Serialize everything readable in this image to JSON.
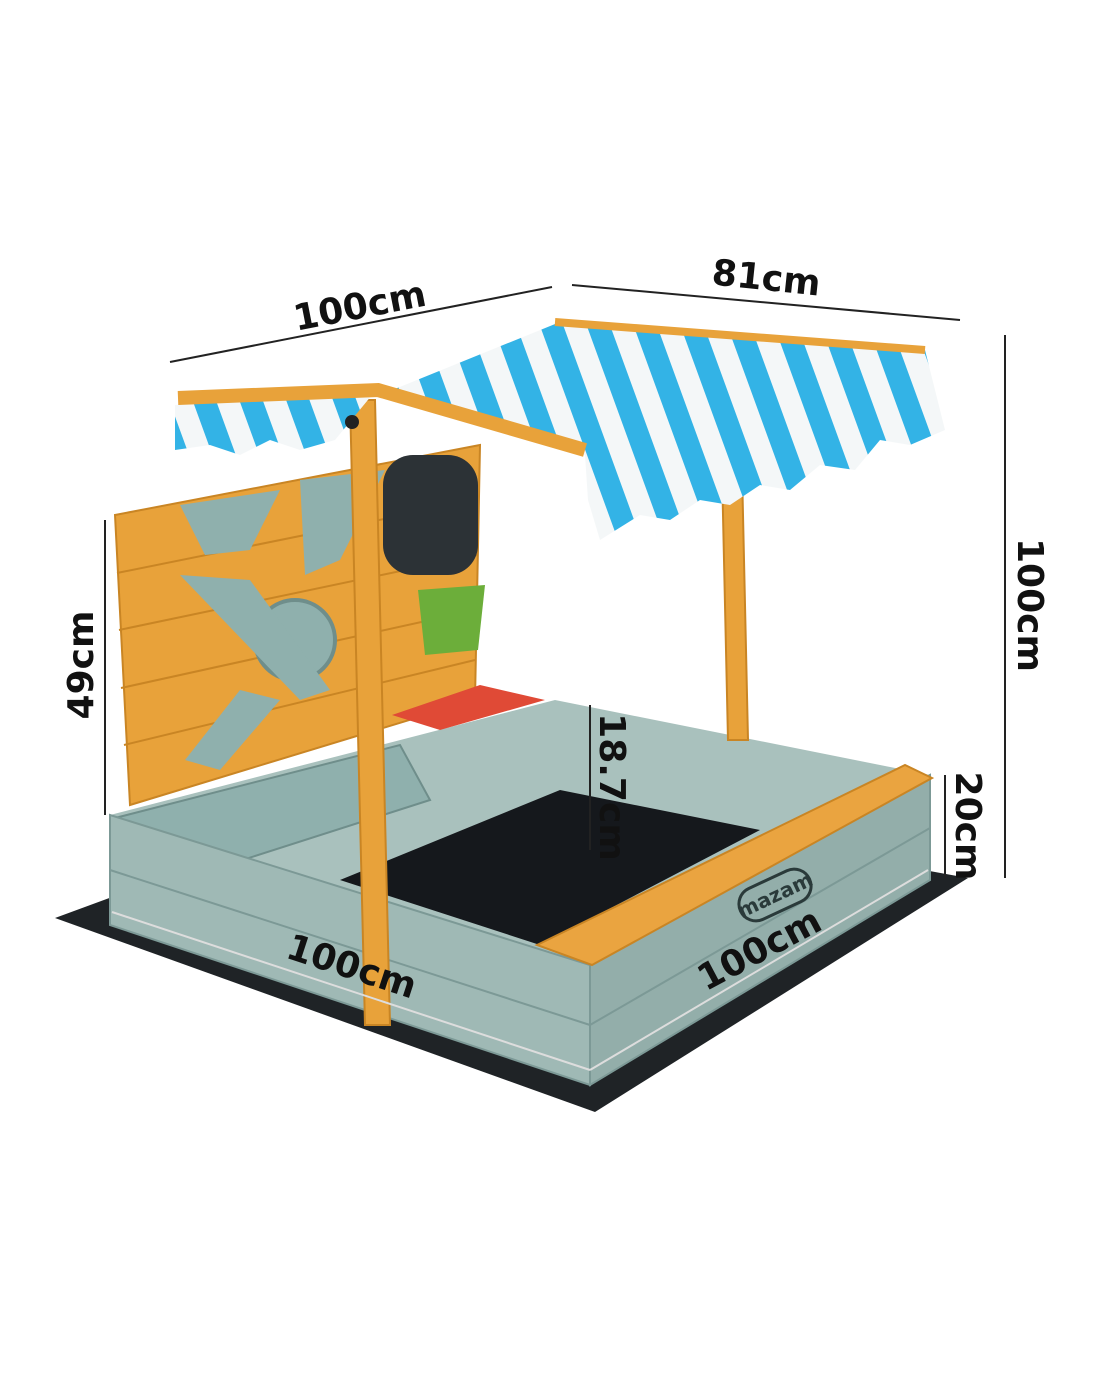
{
  "product": {
    "brand_logo": "mazam",
    "colors": {
      "wood": "#e8a23a",
      "box": "#9fb9b5",
      "stripe_blue": "#33b3e6",
      "stripe_white": "#f4f7f8",
      "mat": "#1f2326",
      "sand": "#15181c"
    }
  },
  "dimensions": {
    "canopy_width": "100cm",
    "canopy_depth": "81cm",
    "total_height": "100cm",
    "panel_height": "49cm",
    "inner_depth": "18.7cm",
    "box_height": "20cm",
    "box_front_length": "100cm",
    "box_side_length": "100cm"
  }
}
